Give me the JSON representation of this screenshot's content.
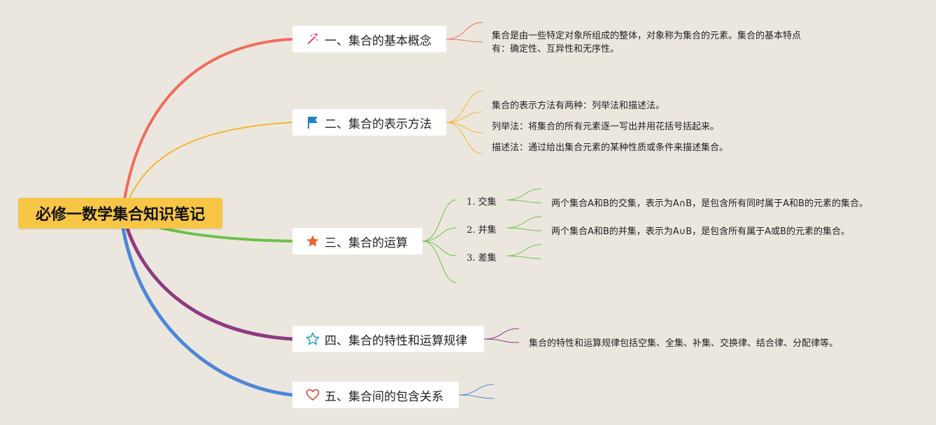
{
  "root": {
    "label": "必修一数学集合知识笔记"
  },
  "topics": [
    {
      "label": "一、集合的基本概念",
      "icon": "magic-wand-icon",
      "color": "#f26b5b",
      "notes": [
        "集合是由一些特定对象所组成的整体，对象称为集合的元素。集合的基本特点",
        "有：确定性、互异性和无序性。"
      ]
    },
    {
      "label": "二、集合的表示方法",
      "icon": "flag-icon",
      "color": "#f4b72b",
      "notes": [
        "集合的表示方法有两种：列举法和描述法。",
        "列举法：将集合的所有元素逐一写出并用花括号括起来。",
        "描述法：通过给出集合元素的某种性质或条件来描述集合。"
      ]
    },
    {
      "label": "三、集合的运算",
      "icon": "star-filled-icon",
      "color": "#6cc04a",
      "subtopics": [
        {
          "label": "1. 交集",
          "note": "两个集合A和B的交集，表示为A∩B，是包含所有同时属于A和B的元素的集合。"
        },
        {
          "label": "2. 并集",
          "note": "两个集合A和B的并集，表示为A∪B，是包含所有属于A或B的元素的集合。"
        },
        {
          "label": "3. 差集",
          "note": ""
        }
      ]
    },
    {
      "label": "四、集合的特性和运算规律",
      "icon": "star-outline-icon",
      "color": "#8e3a80",
      "notes": [
        "集合的特性和运算规律包括空集、全集、补集、交换律、结合律、分配律等。"
      ]
    },
    {
      "label": "五、集合间的包含关系",
      "icon": "heart-outline-icon",
      "color": "#4e87d8",
      "notes": []
    }
  ]
}
